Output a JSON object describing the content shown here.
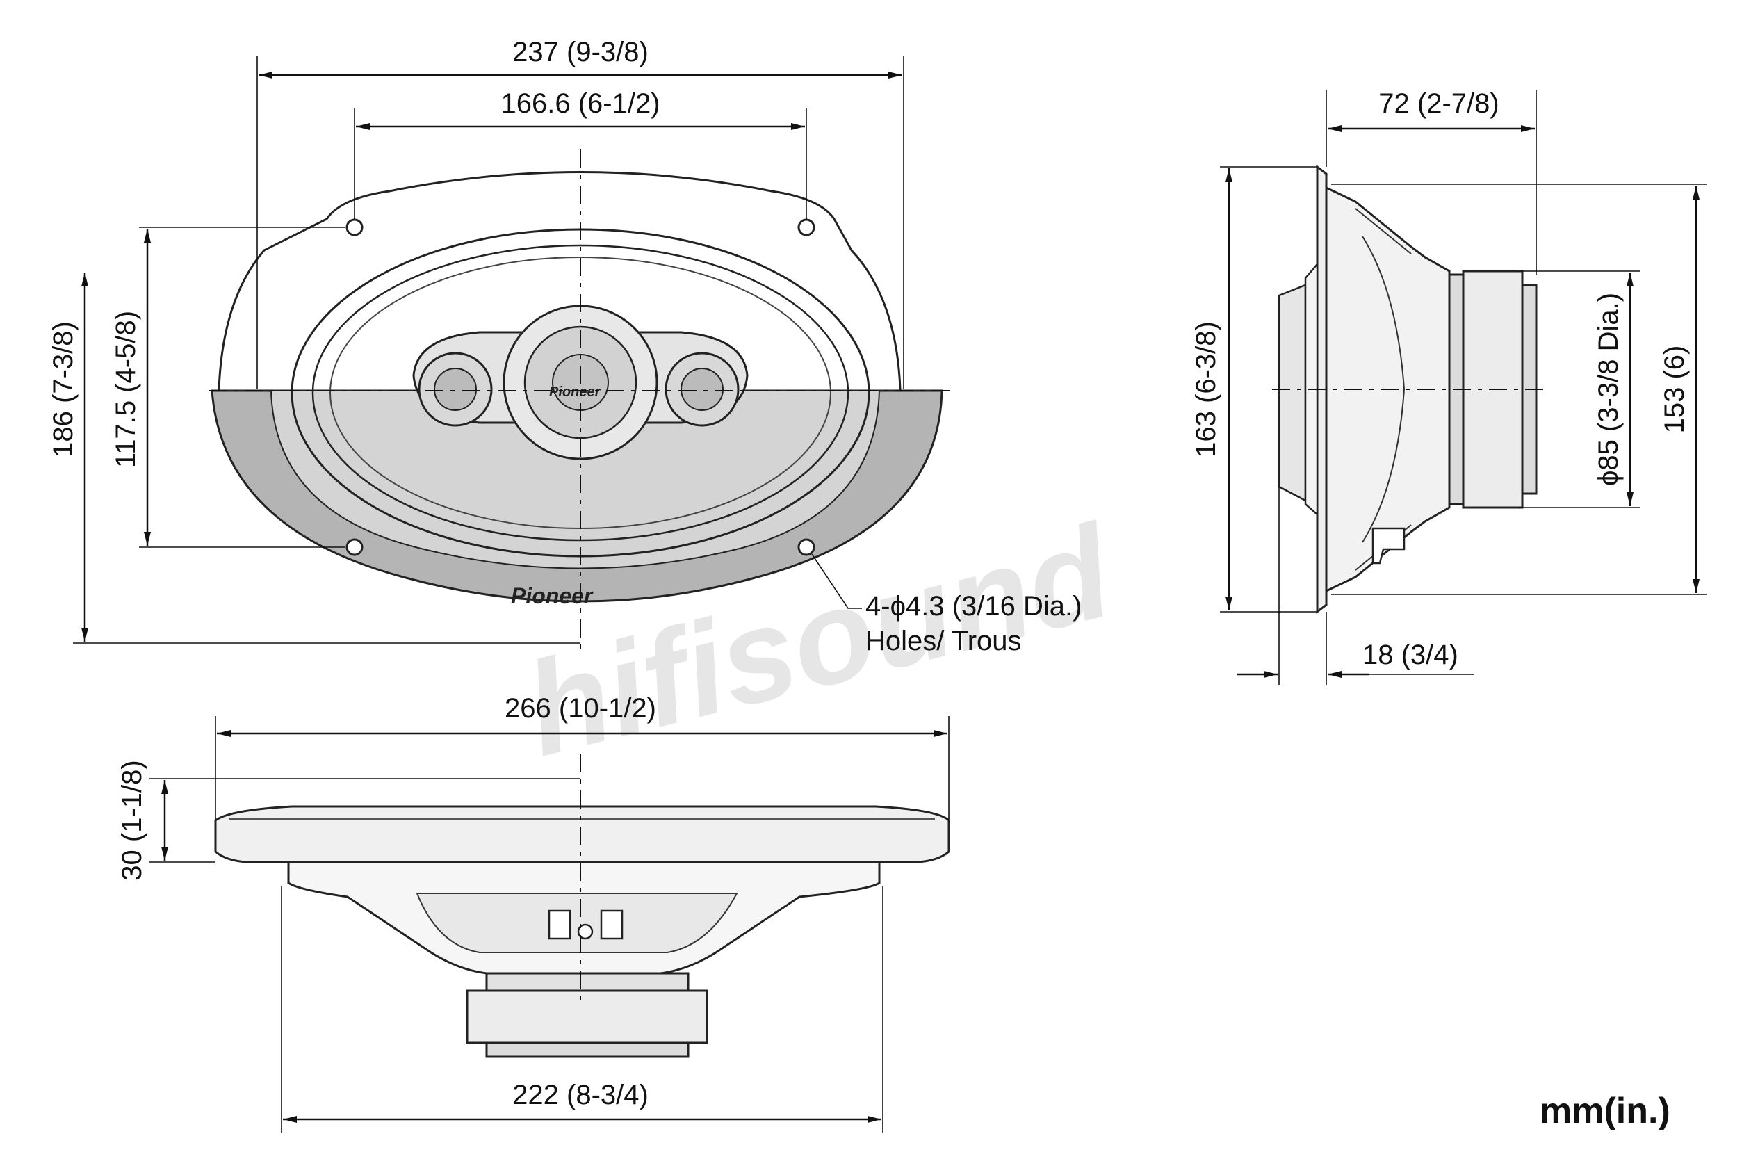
{
  "front_view": {
    "overall_width": "237 (9-3/8)",
    "mount_hole_spacing_width": "166.6 (6-1/2)",
    "overall_height": "186 (7-3/8)",
    "mount_hole_spacing_height": "117.5 (4-5/8)",
    "holes_spec": "4-ϕ4.3 (3/16 Dia.)",
    "holes_label": "Holes/ Trous",
    "grille_logo": "Pioneer",
    "tweeter_logo": "Pioneer"
  },
  "side_view": {
    "depth": "72 (2-7/8)",
    "height": "163 (6-3/8)",
    "magnet_diameter": "ϕ85 (3-3/8 Dia.)",
    "cutout_height": "153 (6)",
    "flange_depth": "18 (3/4)"
  },
  "bottom_view": {
    "overall_width": "266 (10-1/2)",
    "mount_depth": "30 (1-1/8)",
    "basket_width": "222 (8-3/4)"
  },
  "units": "mm(in.)",
  "watermark": "hifisound"
}
